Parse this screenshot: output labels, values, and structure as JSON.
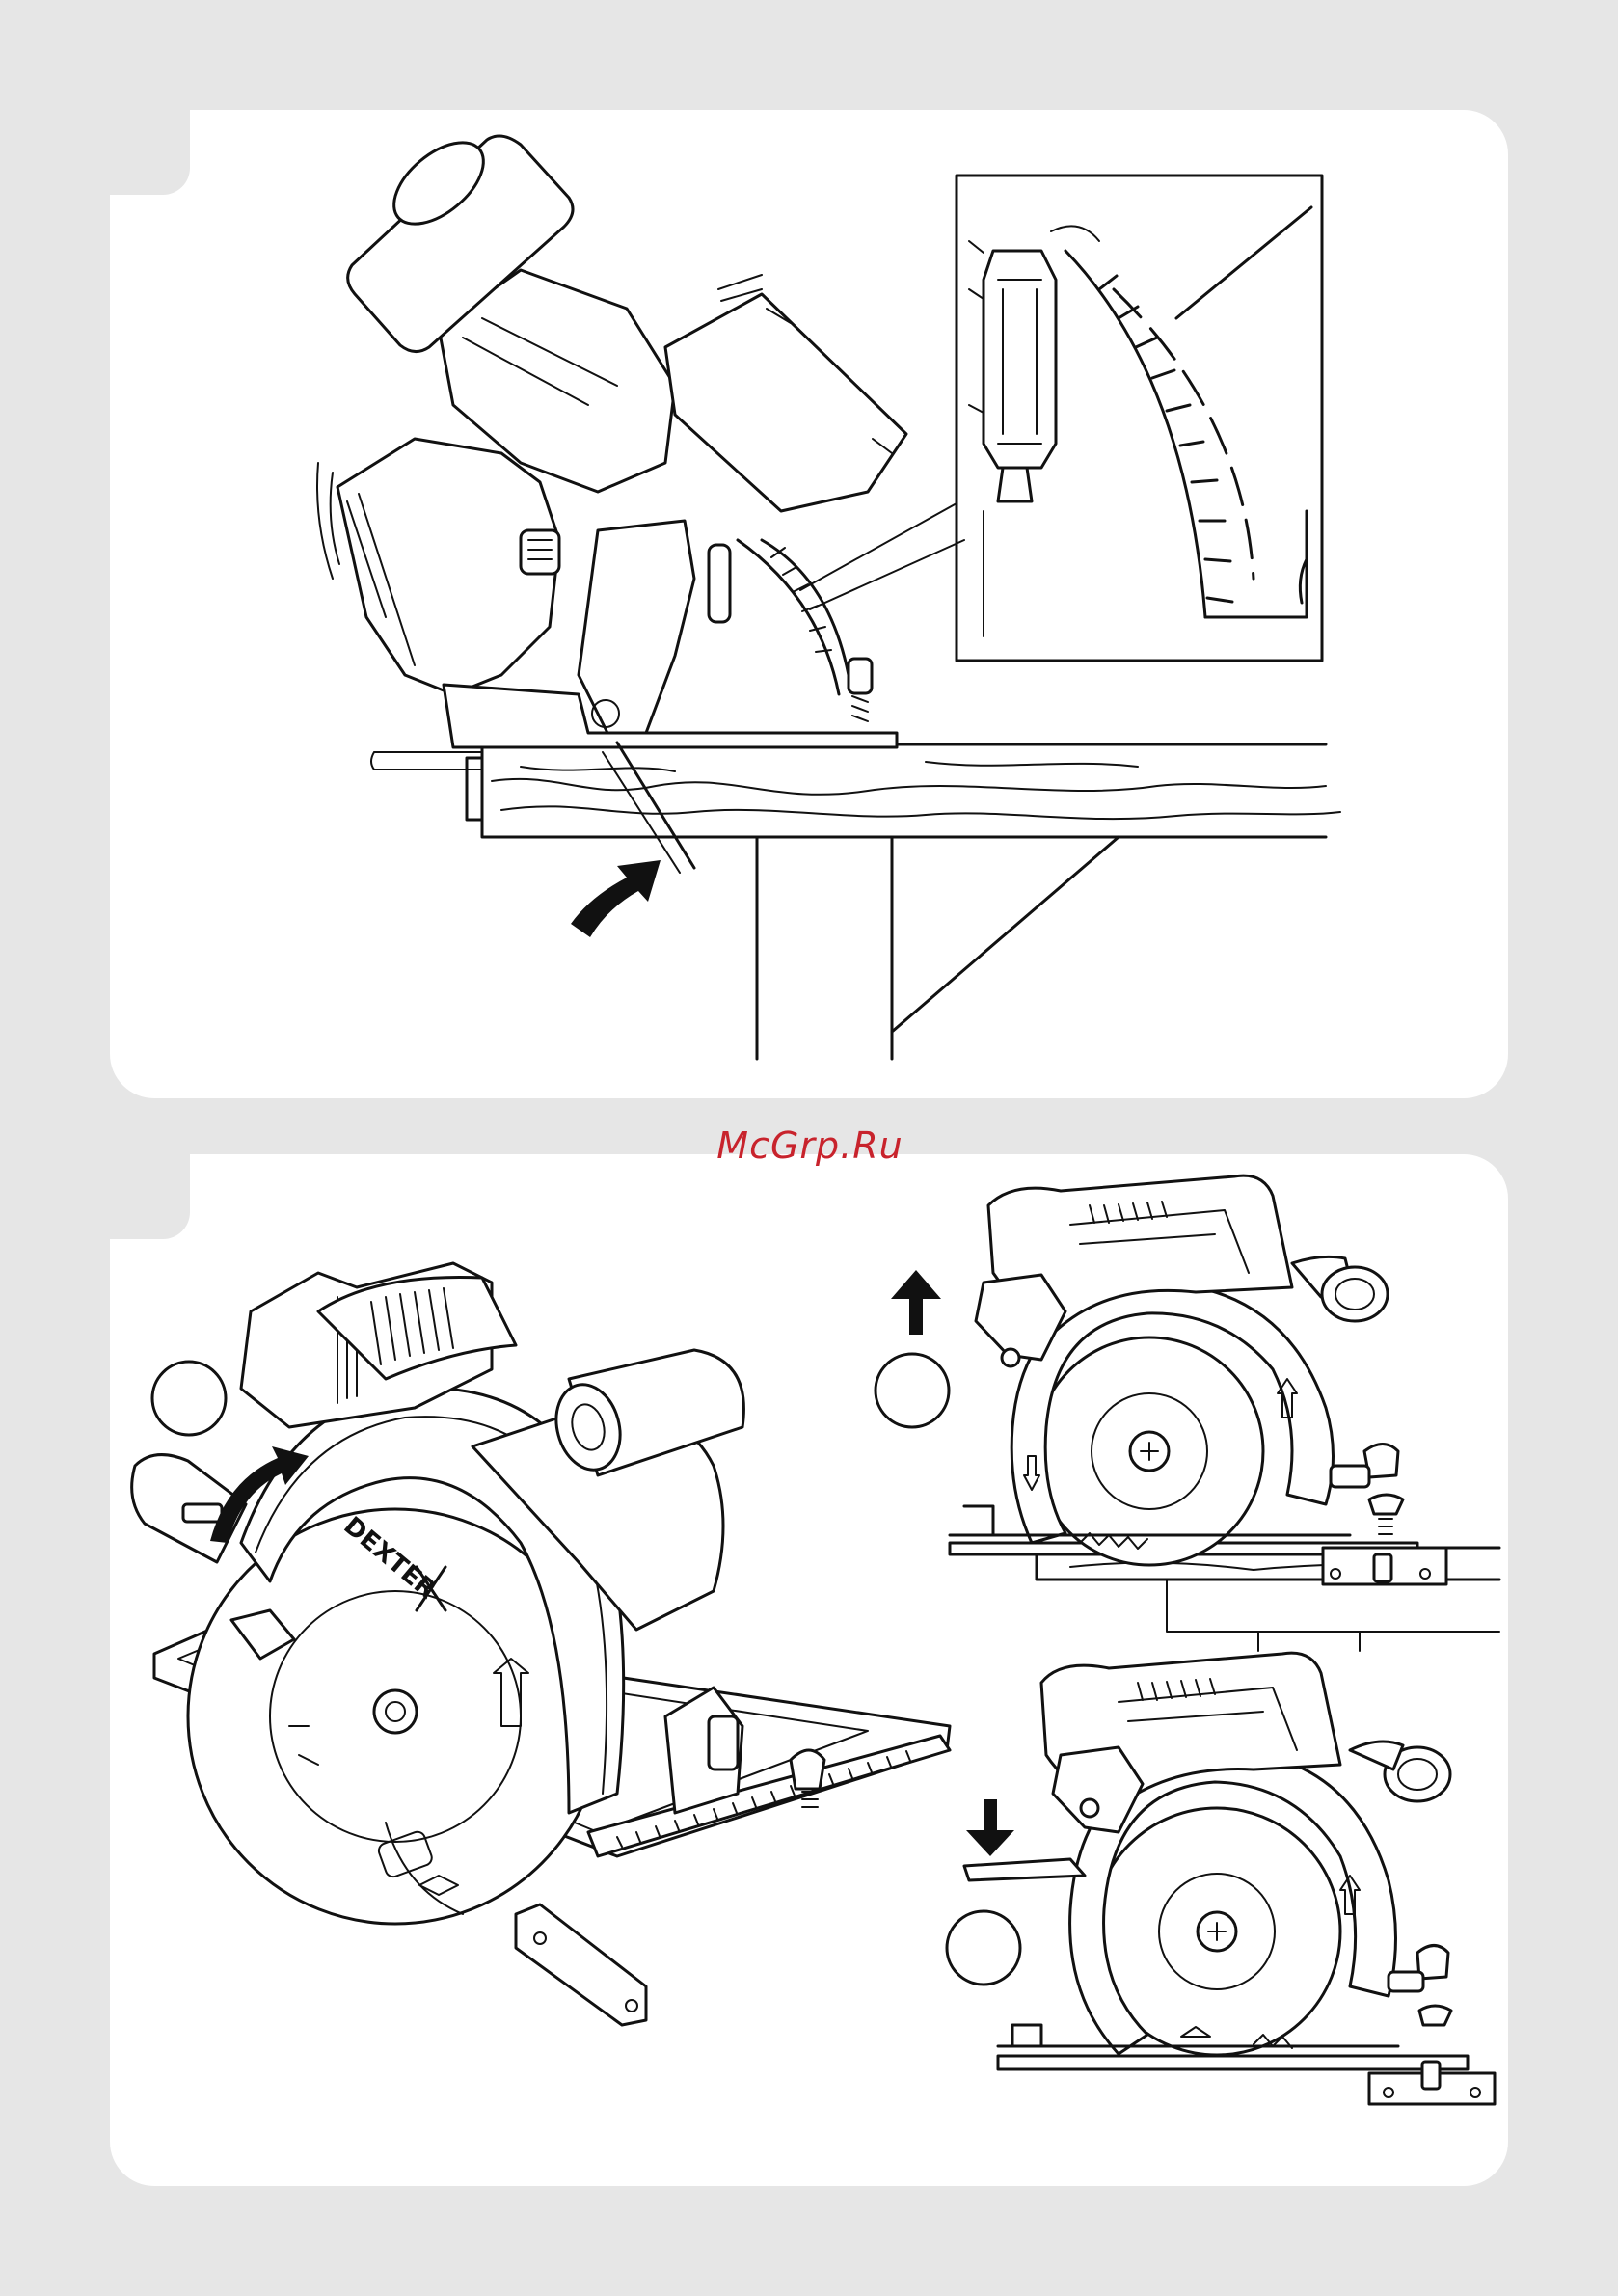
{
  "watermark": {
    "text": "McGrp.Ru"
  },
  "brand": {
    "logo_text": "DEXTER"
  },
  "figures": {
    "top": {
      "name": "bevel-cut-on-workbench"
    },
    "bottom_left": {
      "name": "saw-three-quarter-view"
    },
    "bottom_right_upper": {
      "name": "depth-adjust-raise"
    },
    "bottom_right_lower": {
      "name": "depth-adjust-lower"
    }
  },
  "arrows": {
    "top": "curved-arrow-up",
    "bottom_left": "curved-arrow-rotate",
    "bottom_right_upper": "arrow-up",
    "bottom_right_lower": "arrow-down"
  }
}
